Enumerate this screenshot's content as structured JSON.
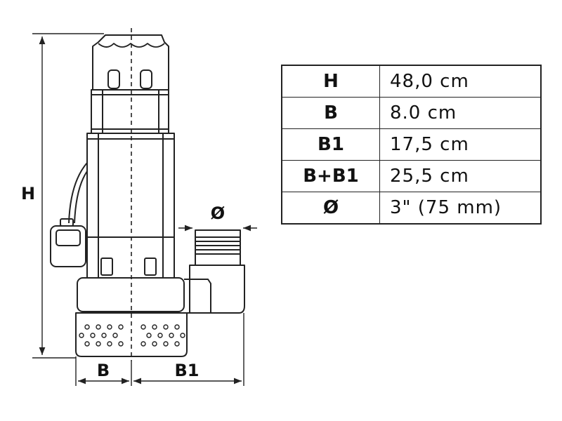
{
  "drawing": {
    "height_label": "H",
    "width_label": "B",
    "outlet_offset_label": "B1",
    "diameter_symbol": "Ø"
  },
  "spec_table": {
    "rows": [
      {
        "key": "H",
        "value": "48,0 cm"
      },
      {
        "key": "B",
        "value": "8.0 cm"
      },
      {
        "key": "B1",
        "value": "17,5 cm"
      },
      {
        "key": "B+B1",
        "value": "25,5 cm"
      },
      {
        "key": "Ø",
        "value": "3\" (75 mm)"
      }
    ]
  }
}
